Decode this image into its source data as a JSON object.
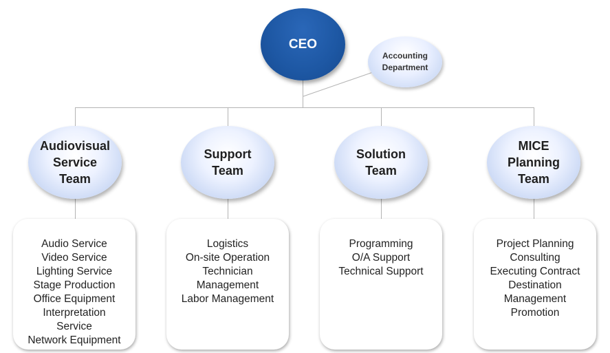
{
  "ceo": {
    "label": "CEO"
  },
  "accounting": {
    "label": "Accounting\nDepartment"
  },
  "teams": [
    {
      "label": "Audiovisual\nService\nTeam",
      "duties": "Audio Service\nVideo Service\nLighting Service\nStage Production\nOffice Equipment\nInterpretation\nService\nNetwork Equipment"
    },
    {
      "label": "Support\nTeam",
      "duties": "Logistics\nOn-site Operation\nTechnician\nManagement\nLabor Management"
    },
    {
      "label": "Solution\nTeam",
      "duties": "Programming\nO/A Support\nTechnical Support"
    },
    {
      "label": "MICE\nPlanning\nTeam",
      "duties": "Project Planning\nConsulting\nExecuting Contract\nDestination\nManagement\nPromotion"
    }
  ],
  "colors": {
    "ceo_fill": "#1d57a3",
    "connector": "#b3b3b3"
  }
}
